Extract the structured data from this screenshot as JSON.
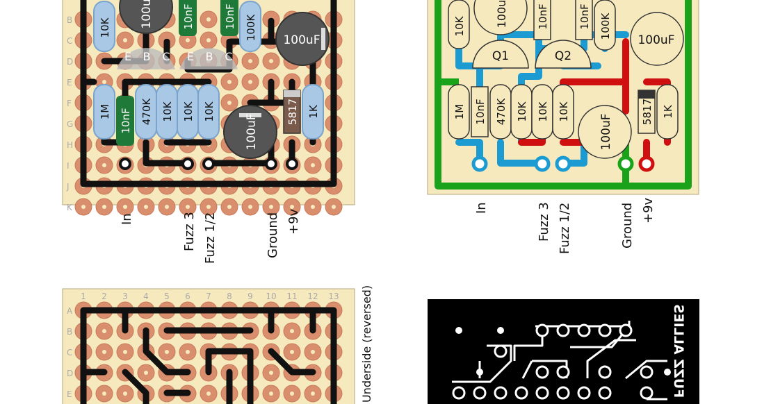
{
  "labels": {
    "in": "In",
    "fuzz3": "Fuzz 3",
    "fuzz12": "Fuzz 1/2",
    "ground": "Ground",
    "v9": "+9v",
    "underside": "Underside (reversed)",
    "brand": "FUZZ ALLIES"
  },
  "board": {
    "rows": [
      "B",
      "C",
      "D",
      "E",
      "F",
      "G",
      "H",
      "I",
      "J",
      "K"
    ],
    "rows_underside": [
      "A",
      "B",
      "C",
      "D",
      "E"
    ],
    "columns": [
      "1",
      "2",
      "3",
      "4",
      "5",
      "6",
      "7",
      "8",
      "9",
      "10",
      "11",
      "12",
      "13"
    ]
  },
  "components": {
    "r10k_a": "10K",
    "c100u_top": "100u",
    "c10n_a": "10nF",
    "c10n_b": "10nF",
    "r100k": "100K",
    "c100uf_right": "100uF",
    "pin_e1": "E",
    "pin_b1": "B",
    "pin_c1": "C",
    "pin_e2": "E",
    "pin_b2": "B",
    "pin_c2": "C",
    "r1m": "1M",
    "c10n_c": "10nF",
    "r470k": "470K",
    "r10k_b": "10K",
    "r10k_c": "10K",
    "r10k_d": "10K",
    "c100uf_bottom": "100uF",
    "d5817": "5817",
    "r1k": "1K",
    "q1": "Q1",
    "q2": "Q2",
    "pcb_10k_a": "10K",
    "pcb_100u": "100u",
    "pcb_10nf_a": "10nF",
    "pcb_10nf_b": "10nF",
    "pcb_100k": "100K",
    "pcb_100uf": "100uF",
    "pcb_1m": "1M",
    "pcb_10nf_c": "10nF",
    "pcb_470k": "470K",
    "pcb_10k_b": "10K",
    "pcb_10k_c": "10K",
    "pcb_10k_d": "10K",
    "pcb_100uf_b": "100uF",
    "pcb_5817": "5817",
    "pcb_1k": "1K"
  },
  "colors": {
    "board": "#f6e9bd",
    "pad": "#d98f6e",
    "trace_black": "#111111",
    "resistor": "#a9c8e6",
    "cap_film": "#1f7a3a",
    "cap_elec": "#555555",
    "pcb_blue": "#1b9bd1",
    "pcb_green": "#1aa31a",
    "pcb_red": "#d01010"
  }
}
